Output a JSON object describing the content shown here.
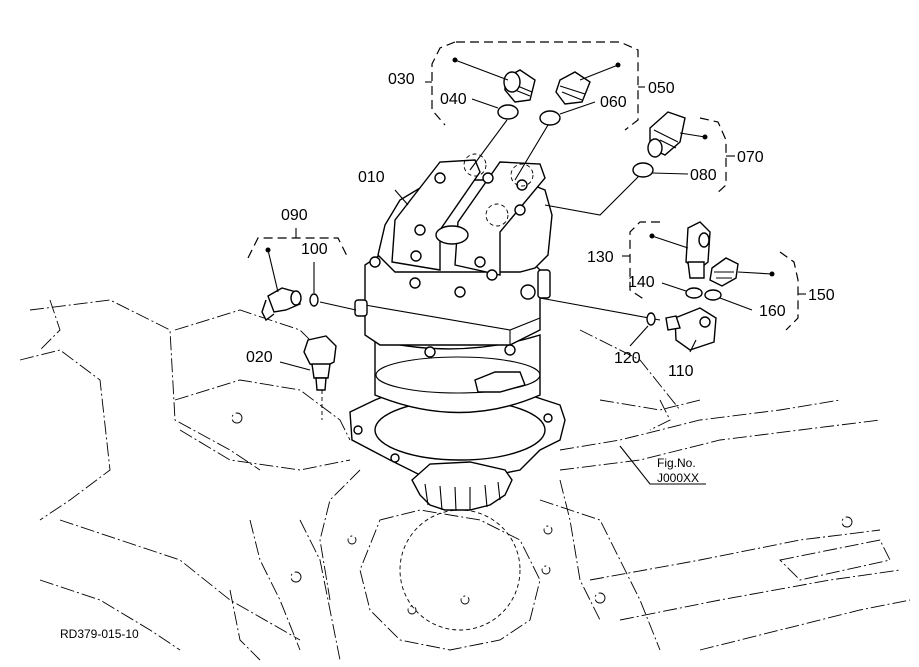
{
  "parts": {
    "p010": "010",
    "p020": "020",
    "p030": "030",
    "p040": "040",
    "p050": "050",
    "p060": "060",
    "p070": "070",
    "p080": "080",
    "p090": "090",
    "p100": "100",
    "p110": "110",
    "p120": "120",
    "p130": "130",
    "p140": "140",
    "p150": "150",
    "p160": "160"
  },
  "fig_ref": {
    "line1": "Fig.No.",
    "line2": "J000XX"
  },
  "drawing_id": "RD379-015-10"
}
